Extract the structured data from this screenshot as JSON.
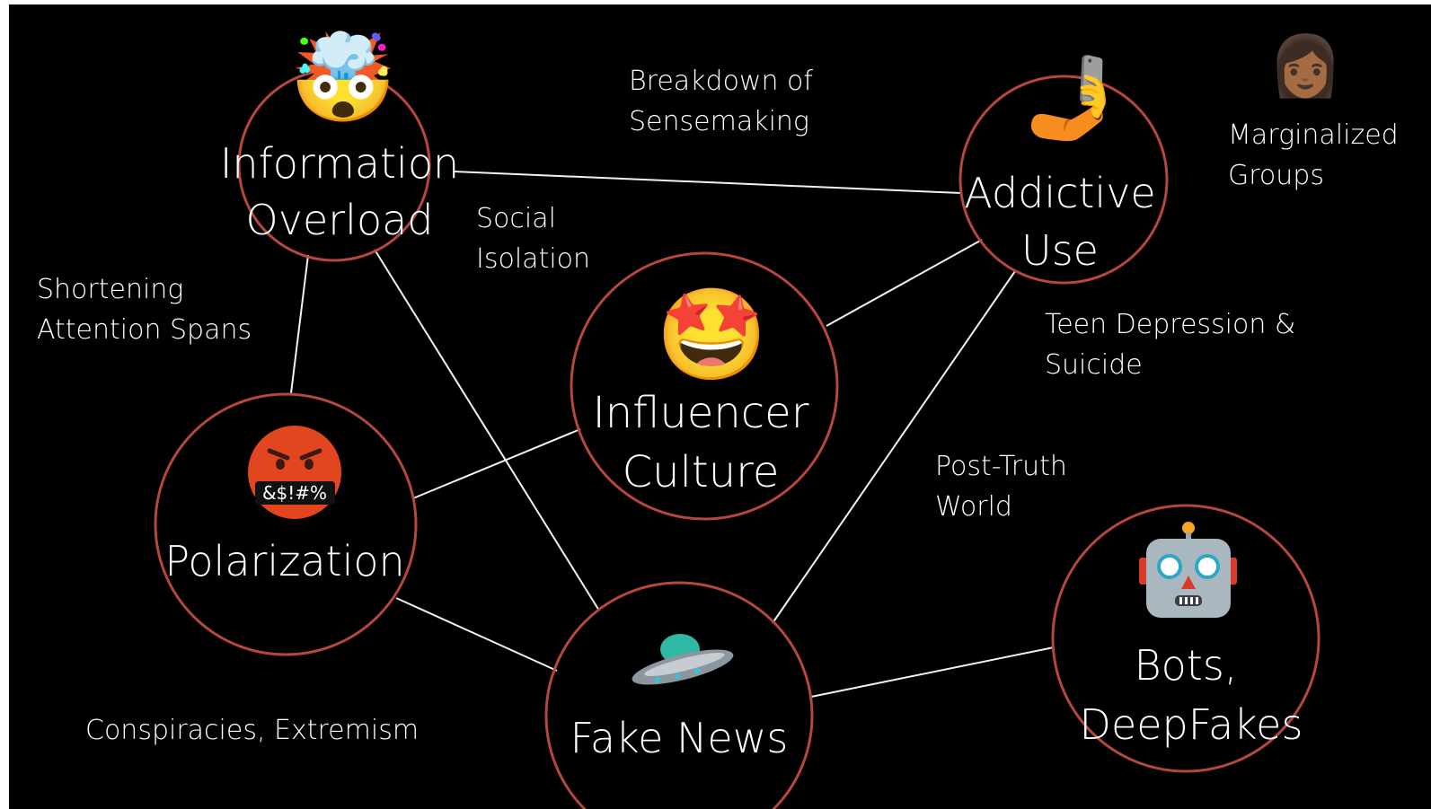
{
  "colors": {
    "background": "#000000",
    "circle_stroke": "#b5473d",
    "edge": "#f2f2f2",
    "text": "#ffffff"
  },
  "nodes": {
    "information_overload": {
      "label": [
        "Information",
        "Overload"
      ],
      "icon": "exploding-head-icon"
    },
    "addictive_use": {
      "label": [
        "Addictive",
        "Use"
      ],
      "icon": "selfie-arm-icon"
    },
    "influencer_culture": {
      "label": [
        "Influencer",
        "Culture"
      ],
      "icon": "star-struck-icon"
    },
    "polarization": {
      "label": [
        "Polarization"
      ],
      "icon": "cursing-face-icon",
      "icon_text": "&$!#%"
    },
    "fake_news": {
      "label": [
        "Fake News"
      ],
      "icon": "flying-saucer-icon"
    },
    "bots_deepfakes": {
      "label": [
        "Bots,",
        "DeepFakes"
      ],
      "icon": "robot-icon"
    }
  },
  "notes": {
    "breakdown": [
      "Breakdown of",
      "Sensemaking"
    ],
    "social_isolation": [
      "Social",
      "Isolation"
    ],
    "marginalized": [
      "Marginalized",
      "Groups"
    ],
    "marginalized_icon": "woman-icon",
    "shortening": [
      "Shortening",
      "Attention Spans"
    ],
    "teen": [
      "Teen Depression &",
      "Suicide"
    ],
    "post_truth": [
      "Post-Truth",
      "World"
    ],
    "conspiracies": "Conspiracies, Extremism"
  },
  "edges": [
    [
      "information_overload",
      "addictive_use"
    ],
    [
      "information_overload",
      "polarization"
    ],
    [
      "information_overload",
      "fake_news"
    ],
    [
      "addictive_use",
      "influencer_culture"
    ],
    [
      "addictive_use",
      "fake_news"
    ],
    [
      "influencer_culture",
      "polarization"
    ],
    [
      "polarization",
      "fake_news"
    ],
    [
      "fake_news",
      "bots_deepfakes"
    ]
  ]
}
